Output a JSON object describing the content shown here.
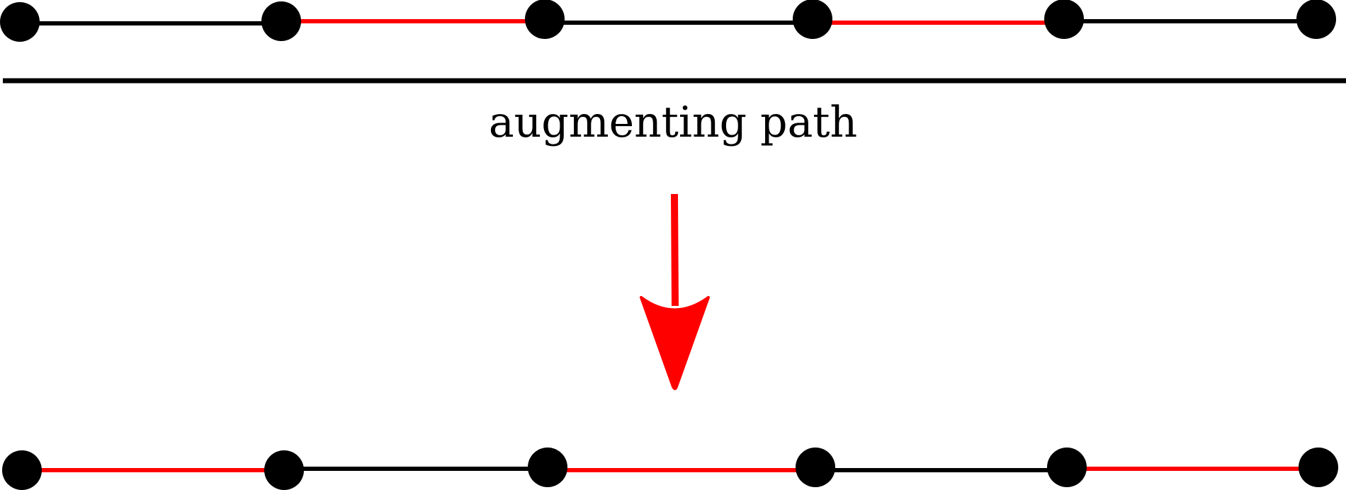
{
  "caption": "augmenting path",
  "colors": {
    "matched": "#ff0000",
    "unmatched": "#000000",
    "node": "#000000",
    "arrow": "#ff0000"
  },
  "paths": {
    "before": {
      "node_count": 6,
      "edges": [
        "unmatched",
        "matched",
        "unmatched",
        "matched",
        "unmatched"
      ]
    },
    "after": {
      "node_count": 6,
      "edges": [
        "matched",
        "unmatched",
        "matched",
        "unmatched",
        "matched"
      ]
    }
  }
}
